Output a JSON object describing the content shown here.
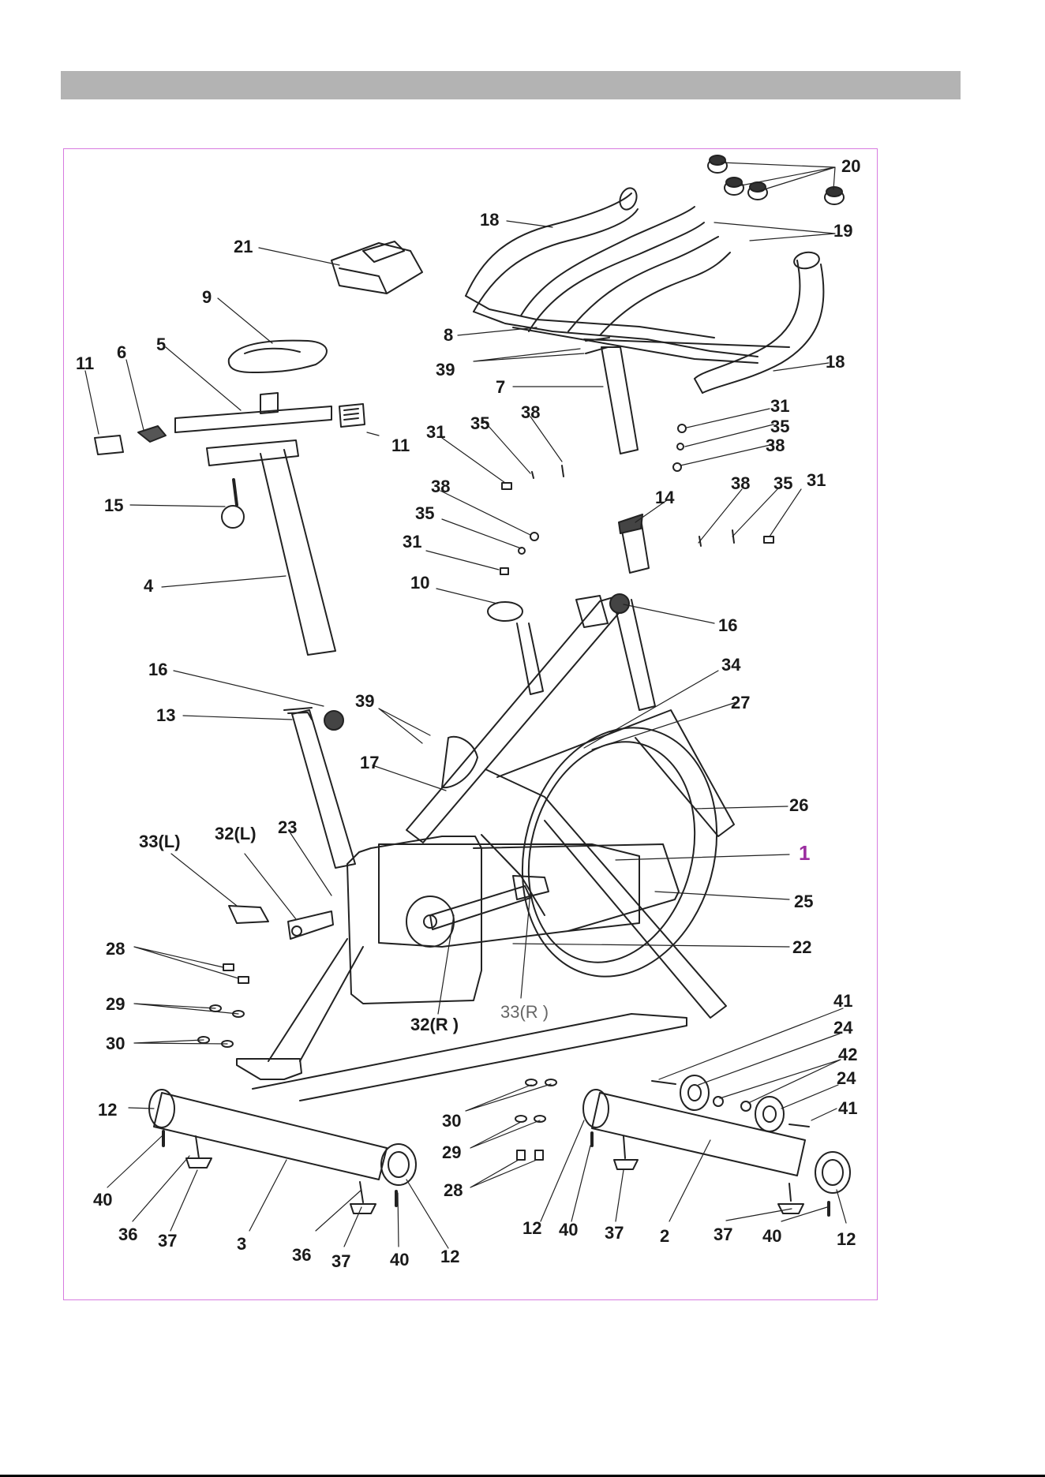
{
  "diagram": {
    "accent_label_color": "#9b2da0",
    "frame_color": "#d77be0",
    "parts": [
      {
        "id": "p20",
        "label": "20"
      },
      {
        "id": "p18a",
        "label": "18"
      },
      {
        "id": "p19",
        "label": "19"
      },
      {
        "id": "p21",
        "label": "21"
      },
      {
        "id": "p9",
        "label": "9"
      },
      {
        "id": "p8",
        "label": "8"
      },
      {
        "id": "p11a",
        "label": "11"
      },
      {
        "id": "p6",
        "label": "6"
      },
      {
        "id": "p5",
        "label": "5"
      },
      {
        "id": "p39a",
        "label": "39"
      },
      {
        "id": "p18b",
        "label": "18"
      },
      {
        "id": "p7",
        "label": "7"
      },
      {
        "id": "p31a",
        "label": "31"
      },
      {
        "id": "p35a",
        "label": "35"
      },
      {
        "id": "p38a",
        "label": "38"
      },
      {
        "id": "p11b",
        "label": "11"
      },
      {
        "id": "p31b",
        "label": "31"
      },
      {
        "id": "p35b",
        "label": "35"
      },
      {
        "id": "p38b",
        "label": "38"
      },
      {
        "id": "p38c",
        "label": "38"
      },
      {
        "id": "p14",
        "label": "14"
      },
      {
        "id": "p38d",
        "label": "38"
      },
      {
        "id": "p35c",
        "label": "35"
      },
      {
        "id": "p31c",
        "label": "31"
      },
      {
        "id": "p15",
        "label": "15"
      },
      {
        "id": "p35d",
        "label": "35"
      },
      {
        "id": "p31d",
        "label": "31"
      },
      {
        "id": "p4",
        "label": "4"
      },
      {
        "id": "p10",
        "label": "10"
      },
      {
        "id": "p16a",
        "label": "16"
      },
      {
        "id": "p16b",
        "label": "16"
      },
      {
        "id": "p34",
        "label": "34"
      },
      {
        "id": "p39b",
        "label": "39"
      },
      {
        "id": "p27",
        "label": "27"
      },
      {
        "id": "p13",
        "label": "13"
      },
      {
        "id": "p17",
        "label": "17"
      },
      {
        "id": "p26",
        "label": "26"
      },
      {
        "id": "p23",
        "label": "23"
      },
      {
        "id": "p33L",
        "label": "33(L)"
      },
      {
        "id": "p32L",
        "label": "32(L)"
      },
      {
        "id": "p1",
        "label": "1"
      },
      {
        "id": "p25",
        "label": "25"
      },
      {
        "id": "p22",
        "label": "22"
      },
      {
        "id": "p28a",
        "label": "28"
      },
      {
        "id": "p29a",
        "label": "29"
      },
      {
        "id": "p32R",
        "label": "32(R )"
      },
      {
        "id": "p33R",
        "label": "33(R )"
      },
      {
        "id": "p41a",
        "label": "41"
      },
      {
        "id": "p24a",
        "label": "24"
      },
      {
        "id": "p42",
        "label": "42"
      },
      {
        "id": "p24b",
        "label": "24"
      },
      {
        "id": "p30a",
        "label": "30"
      },
      {
        "id": "p41b",
        "label": "41"
      },
      {
        "id": "p12a",
        "label": "12"
      },
      {
        "id": "p30b",
        "label": "30"
      },
      {
        "id": "p29b",
        "label": "29"
      },
      {
        "id": "p40a",
        "label": "40"
      },
      {
        "id": "p28b",
        "label": "28"
      },
      {
        "id": "p36a",
        "label": "36"
      },
      {
        "id": "p37a",
        "label": "37"
      },
      {
        "id": "p3",
        "label": "3"
      },
      {
        "id": "p36b",
        "label": "36"
      },
      {
        "id": "p37b",
        "label": "37"
      },
      {
        "id": "p40b",
        "label": "40"
      },
      {
        "id": "p12b",
        "label": "12"
      },
      {
        "id": "p12c",
        "label": "12"
      },
      {
        "id": "p40c",
        "label": "40"
      },
      {
        "id": "p37c",
        "label": "37"
      },
      {
        "id": "p2",
        "label": "2"
      },
      {
        "id": "p37d",
        "label": "37"
      },
      {
        "id": "p40d",
        "label": "40"
      },
      {
        "id": "p12d",
        "label": "12"
      }
    ]
  }
}
